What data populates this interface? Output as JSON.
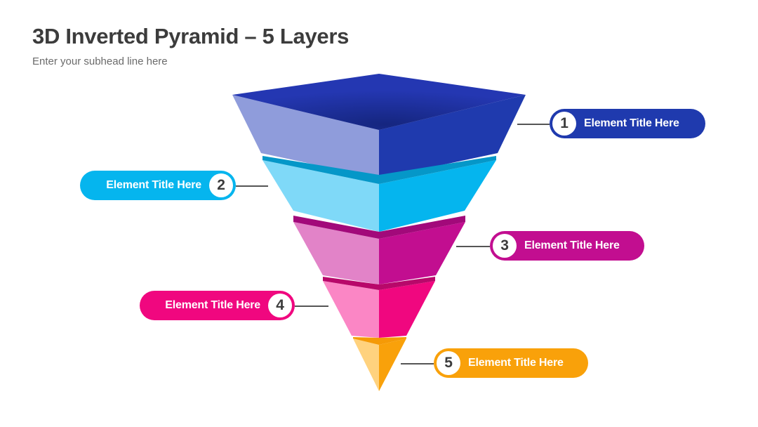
{
  "header": {
    "title": "3D Inverted Pyramid – 5 Layers",
    "subtitle": "Enter your subhead line here"
  },
  "layers": [
    {
      "number": "1",
      "label": "Element Title Here",
      "color": "#1f3aae",
      "light": "#8f9cdb",
      "top": "#2437b2",
      "side": "right"
    },
    {
      "number": "2",
      "label": "Element Title Here",
      "color": "#05b5ee",
      "light": "#7fd9f8",
      "top": "#0597c8",
      "side": "left"
    },
    {
      "number": "3",
      "label": "Element Title Here",
      "color": "#c20e90",
      "light": "#e283c8",
      "top": "#a2097a",
      "side": "right"
    },
    {
      "number": "4",
      "label": "Element Title Here",
      "color": "#f0077f",
      "light": "#fb86c5",
      "top": "#b8086a",
      "side": "left"
    },
    {
      "number": "5",
      "label": "Element Title Here",
      "color": "#f9a10a",
      "light": "#ffd27e",
      "top": "#f59a06",
      "side": "right"
    }
  ]
}
